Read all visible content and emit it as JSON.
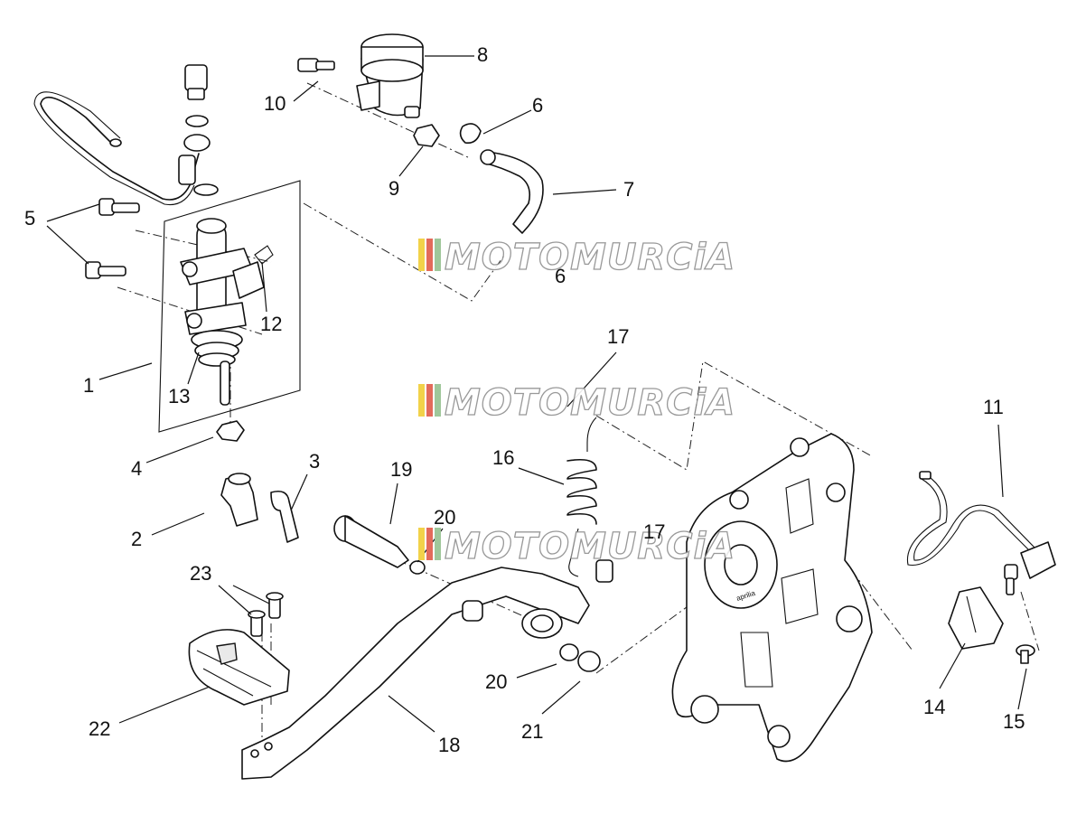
{
  "diagram": {
    "callouts": [
      {
        "id": "1",
        "label": "1"
      },
      {
        "id": "2",
        "label": "2"
      },
      {
        "id": "3",
        "label": "3"
      },
      {
        "id": "4",
        "label": "4"
      },
      {
        "id": "5",
        "label": "5"
      },
      {
        "id": "6",
        "label": "6"
      },
      {
        "id": "6b",
        "label": "6"
      },
      {
        "id": "7",
        "label": "7"
      },
      {
        "id": "8",
        "label": "8"
      },
      {
        "id": "9",
        "label": "9"
      },
      {
        "id": "10",
        "label": "10"
      },
      {
        "id": "11",
        "label": "11"
      },
      {
        "id": "12",
        "label": "12"
      },
      {
        "id": "13",
        "label": "13"
      },
      {
        "id": "14",
        "label": "14"
      },
      {
        "id": "15",
        "label": "15"
      },
      {
        "id": "16",
        "label": "16"
      },
      {
        "id": "17",
        "label": "17"
      },
      {
        "id": "17b",
        "label": "17"
      },
      {
        "id": "18",
        "label": "18"
      },
      {
        "id": "19",
        "label": "19"
      },
      {
        "id": "20",
        "label": "20"
      },
      {
        "id": "20b",
        "label": "20"
      },
      {
        "id": "21",
        "label": "21"
      },
      {
        "id": "22",
        "label": "22"
      },
      {
        "id": "23",
        "label": "23"
      }
    ],
    "watermark": {
      "text": "MOTOMURCiA",
      "stripe_colors": [
        "#f2d24a",
        "#e36a5a",
        "#9fc79a"
      ]
    },
    "brand_marks": [
      "aprilia"
    ]
  }
}
